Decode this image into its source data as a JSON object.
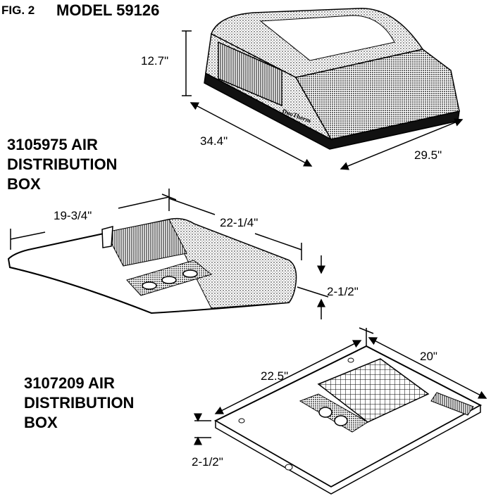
{
  "header": {
    "fig_label": "FIG. 2",
    "model_label": "MODEL 59126"
  },
  "unit": {
    "height": "12.7\"",
    "length": "34.4\"",
    "width": "29.5\""
  },
  "box1": {
    "line1": "3105975 AIR",
    "line2": "DISTRIBUTION",
    "line3": "BOX",
    "dim_length": "19-3/4\"",
    "dim_width": "22-1/4\"",
    "dim_height": "2-1/2\""
  },
  "box2": {
    "line1": "3107209 AIR",
    "line2": "DISTRIBUTION",
    "line3": "BOX",
    "dim_length": "22.5\"",
    "dim_width": "20\"",
    "dim_height": "2-1/2\""
  }
}
